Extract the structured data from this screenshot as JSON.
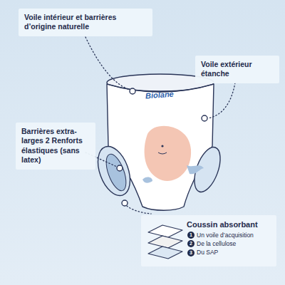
{
  "diagram": {
    "nodes": [
      {
        "text": [
          "Voile intérieur et barrières d’origine naturelle"
        ]
      },
      {
        "text": [
          "Voile extérieur étanche"
        ]
      },
      {
        "text": [
          "Barrières extra-larges 2 Renforts élastiques (sans latex)"
        ]
      },
      {
        "text": [
          "Coussin absorbant",
          "Un voile d’acquisition",
          "De la cellulose",
          "Du SAP"
        ]
      }
    ],
    "labels": [
      "Biolane",
      "1",
      "2",
      "3"
    ]
  }
}
